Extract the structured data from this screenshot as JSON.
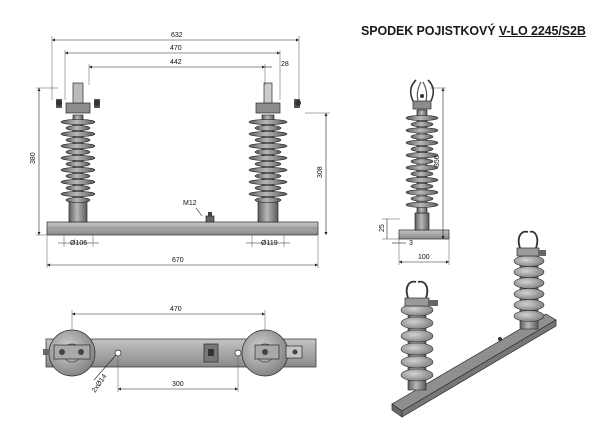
{
  "title": {
    "prefix": "SPODEK POJISTKOVÝ ",
    "model": "V-LO 2245/S2B"
  },
  "dimensions": {
    "front": {
      "overall_top": "632",
      "inner_top": "470",
      "center": "442",
      "contact": "28",
      "height_left": "380",
      "height_right": "308",
      "bolt": "M12",
      "dia_left": "Ø106",
      "dia_right": "Ø119",
      "base_length": "670"
    },
    "side": {
      "height": "356",
      "base_h": "25",
      "offset": "3",
      "width": "100"
    },
    "top": {
      "spacing": "470",
      "holes": "300",
      "slot": "2xØ14"
    }
  },
  "colors": {
    "porcelain": "#7f7f7f",
    "base": "#9a9a9a",
    "line": "#222222"
  }
}
